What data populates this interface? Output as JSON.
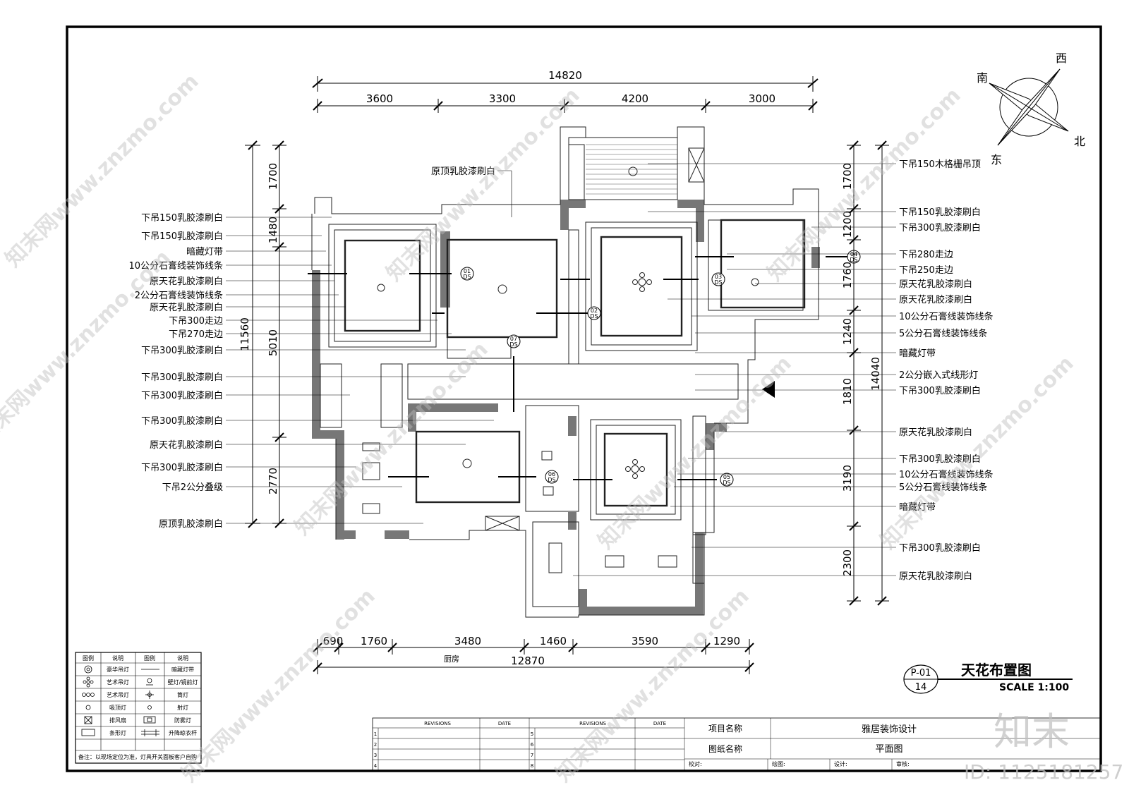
{
  "dimensions": {
    "top_total": "14820",
    "top_segments": [
      "3600",
      "3300",
      "4200",
      "3000"
    ],
    "bottom_segments": [
      "690",
      "1760",
      "3480",
      "1460",
      "3590",
      "1290"
    ],
    "bottom_total": "12870",
    "bottom_room": "厨房",
    "left_total": "11560",
    "left_segments": [
      "1700",
      "1480",
      "5010",
      "2770"
    ],
    "right_total": "14040",
    "right_segments": [
      "1700",
      "1200",
      "1760",
      "1240",
      "1810",
      "3190",
      "2300"
    ]
  },
  "compass": {
    "south": "南",
    "west": "西",
    "north": "北",
    "east": "东"
  },
  "left_labels": [
    "原顶乳胶漆刷白",
    "下吊150乳胶漆刷白",
    "下吊150乳胶漆刷白",
    "暗藏灯带",
    "10公分石膏线装饰线条",
    "原天花乳胶漆刷白",
    "2公分石膏线装饰线条",
    "原天花乳胶漆刷白",
    "下吊300走边",
    "下吊270走边",
    "下吊300乳胶漆刷白",
    "下吊300乳胶漆刷白",
    "下吊300乳胶漆刷白",
    "下吊300乳胶漆刷白",
    "原天花乳胶漆刷白",
    "下吊300乳胶漆刷白",
    "下吊2公分叠级",
    "原顶乳胶漆刷白"
  ],
  "right_labels": [
    "下吊150木格栅吊顶",
    "下吊150乳胶漆刷白",
    "下吊300乳胶漆刷白",
    "下吊280走边",
    "下吊250走边",
    "原天花乳胶漆刷白",
    "原天花乳胶漆刷白",
    "10公分石膏线装饰线条",
    "5公分石膏线装饰线条",
    "暗藏灯带",
    "2公分嵌入式线形灯",
    "下吊300乳胶漆刷白",
    "原天花乳胶漆刷白",
    "下吊300乳胶漆刷白",
    "10公分石膏线装饰线条",
    "5公分石膏线装饰线条",
    "暗藏灯带",
    "下吊300乳胶漆刷白",
    "原天花乳胶漆刷白"
  ],
  "section_marks": [
    {
      "num": "01",
      "sub": "DS"
    },
    {
      "num": "02",
      "sub": "DS"
    },
    {
      "num": "03",
      "sub": "DS"
    },
    {
      "num": "04",
      "sub": "DS"
    },
    {
      "num": "05",
      "sub": "DS"
    },
    {
      "num": "06",
      "sub": "DS"
    },
    {
      "num": "07",
      "sub": "DS"
    }
  ],
  "title_block": {
    "sheet_code": "P-01",
    "sheet_number": "14",
    "title": "天花布置图",
    "scale": "SCALE 1:100"
  },
  "legend": {
    "headers": [
      "图例",
      "说明",
      "图例",
      "说明"
    ],
    "rows": [
      [
        "豪华吊灯",
        "暗藏灯带"
      ],
      [
        "艺术吊灯",
        "壁灯/镜前灯"
      ],
      [
        "艺术吊灯",
        "筒灯"
      ],
      [
        "吸顶灯",
        "射灯"
      ],
      [
        "排风扇",
        "防雾灯"
      ],
      [
        "条形灯",
        "升降晾衣杆"
      ]
    ],
    "note": "备注：以现场定位为准，灯具开关面板客户自购"
  },
  "revisions": {
    "headers": [
      "REVISIONS",
      "DATE",
      "REVISIONS",
      "DATE"
    ],
    "left_rows": [
      "1",
      "2",
      "3",
      "4"
    ],
    "right_rows": [
      "5",
      "6",
      "7",
      "8"
    ]
  },
  "project": {
    "name_label": "项目名称",
    "name_value": "雅居装饰设计",
    "drawing_label": "图纸名称",
    "drawing_value": "平面图",
    "sign_labels": [
      "校对:",
      "绘图:",
      "设计:",
      "审核:"
    ]
  },
  "watermark": {
    "text": "知末网www.znzmo.com",
    "logo": "知末",
    "id": "ID: 1125181257"
  }
}
